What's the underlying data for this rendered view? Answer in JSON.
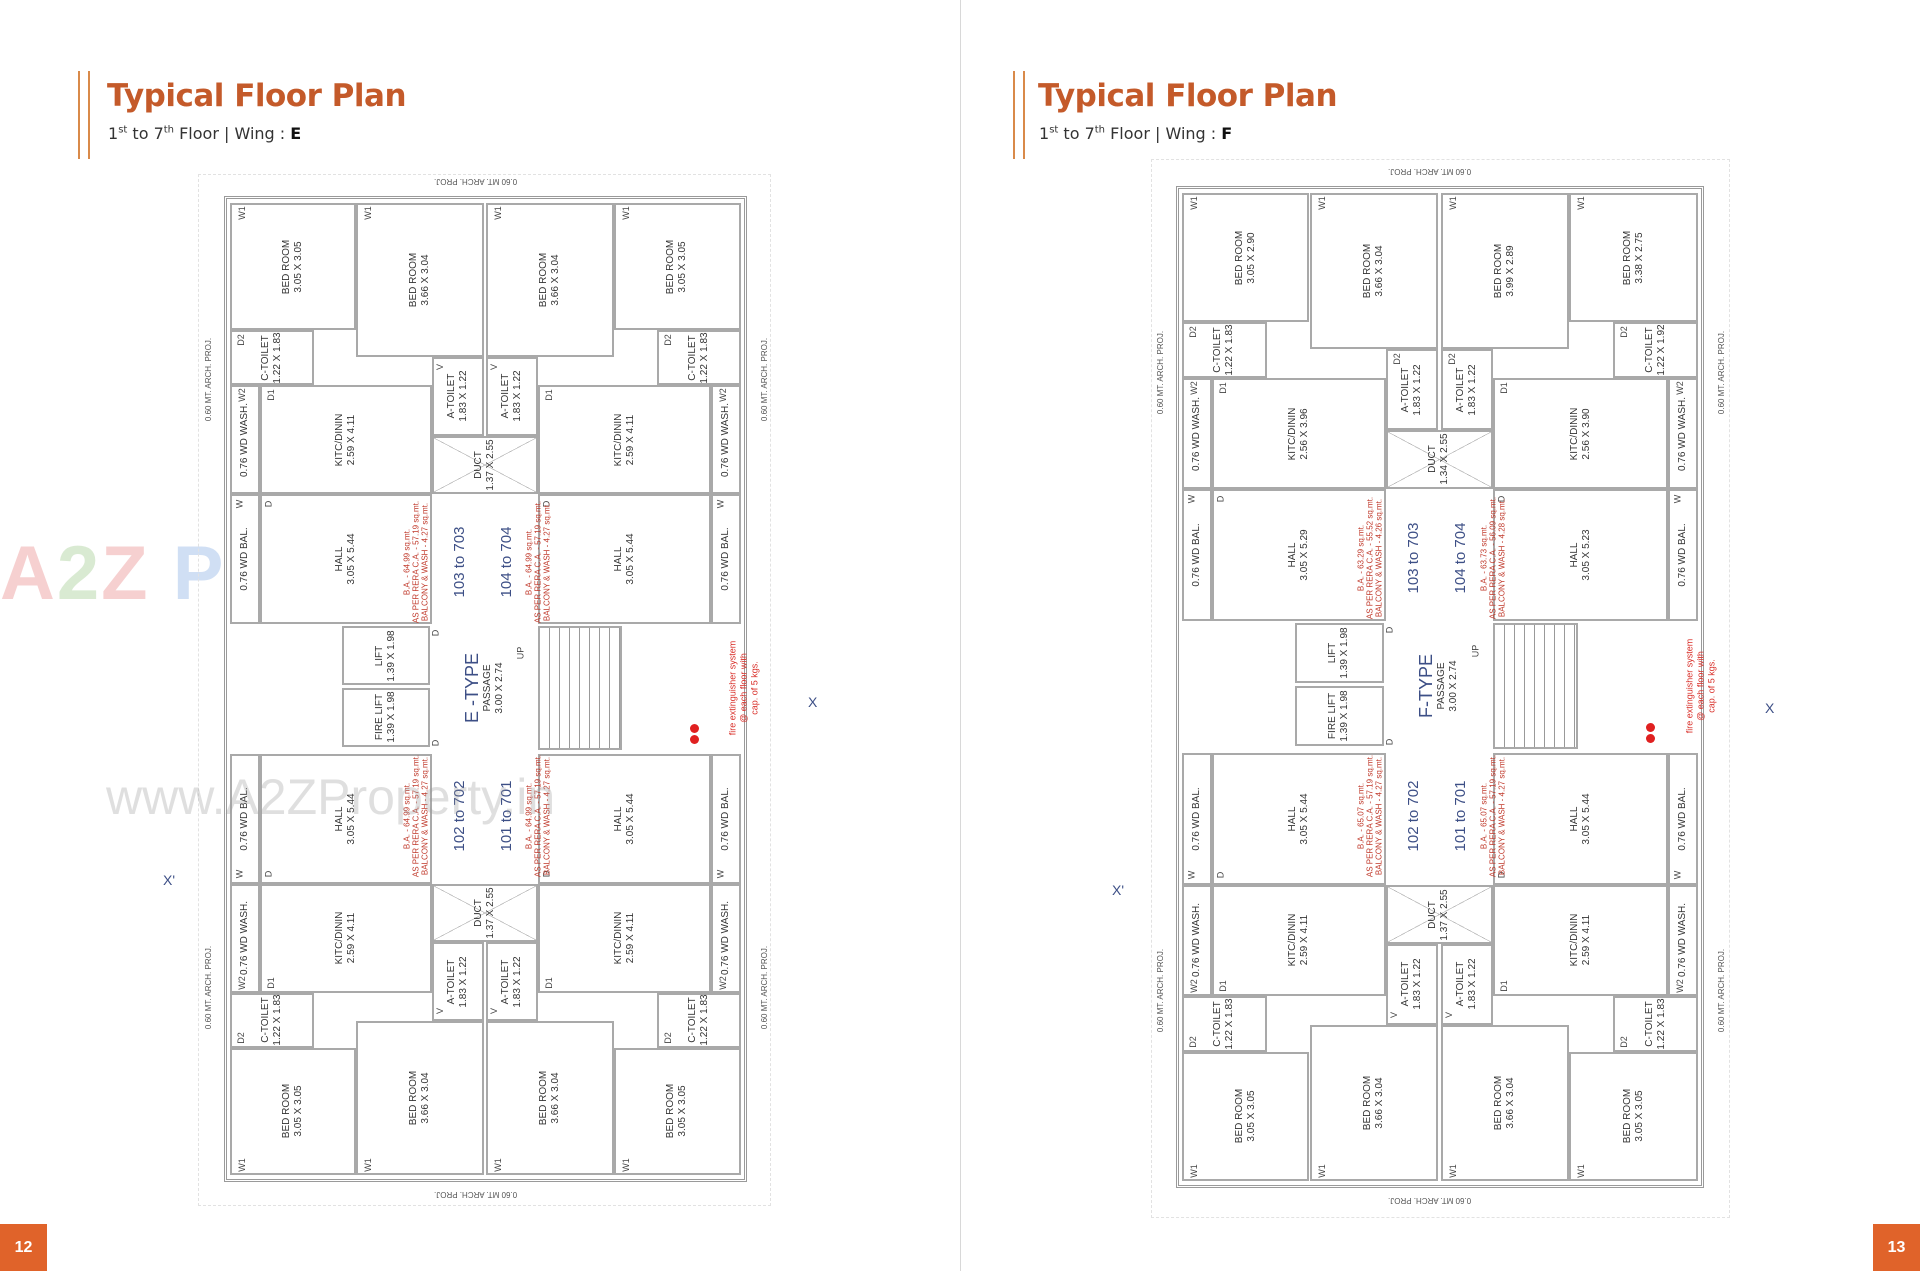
{
  "colors": {
    "accent": "#c45a2a",
    "page_badge": "#e0632a",
    "unit_text": "#3d4f86",
    "area_text": "#c0392b"
  },
  "watermark": {
    "logo": "A2Z Property",
    "url": "www.A2ZProperty.in"
  },
  "wings": [
    {
      "title": "Typical Floor Plan",
      "floor_from": "1",
      "floor_from_sup": "st",
      "to": " to ",
      "floor_to": "7",
      "floor_to_sup": "th",
      "floor_wing": " Floor | Wing : ",
      "wing": "E",
      "page_number": "12",
      "arch_proj": "0.60 MT. ARCH. PROJ.",
      "x_label": "X",
      "x_prime_label": "X'",
      "core": {
        "type": "E -TYPE",
        "passage": "PASSAGE",
        "passage_size": "3.00 X 2.74",
        "lift": "LIFT",
        "lift_size": "1.39 X 1.98",
        "fire_lift": "FIRE LIFT",
        "fire_lift_size": "1.39 X 1.98",
        "up": "UP",
        "door": "D",
        "fire_note": [
          "fire extinguisher system",
          "@ each floor with",
          "cap. of 5 kgs."
        ]
      },
      "top": {
        "rooms": {
          "bed1": {
            "label": "BED ROOM",
            "size": "3.05 X 3.05",
            "tag": "W1"
          },
          "bed2": {
            "label": "BED ROOM",
            "size": "3.66 X 3.04",
            "tag": "W1"
          },
          "bed3": {
            "label": "BED ROOM",
            "size": "3.66 X 3.04",
            "tag": "W1"
          },
          "bed4": {
            "label": "BED ROOM",
            "size": "3.05 X 3.05",
            "tag": "W1"
          },
          "ctoilet1": {
            "label": "C-TOILET",
            "size": "1.22 X 1.83",
            "tag": "D2"
          },
          "ctoilet2": {
            "label": "C-TOILET",
            "size": "1.22 X 1.83",
            "tag": "D2"
          },
          "atoilet1": {
            "label": "A-TOILET",
            "size": "1.83 X 1.22",
            "tag": "V"
          },
          "atoilet2": {
            "label": "A-TOILET",
            "size": "1.83 X 1.22",
            "tag": "V"
          },
          "duct": {
            "label": "DUCT",
            "size": "1.37 X 2.55"
          },
          "wash1": {
            "label": "0.76 WD WASH.",
            "tag": "W2"
          },
          "wash2": {
            "label": "0.76 WD WASH.",
            "tag": "W2"
          },
          "kit1": {
            "label": "KITC/DININ",
            "size": "2.59 X 4.11",
            "tag": "D1"
          },
          "kit2": {
            "label": "KITC/DININ",
            "size": "2.59 X 4.11",
            "tag": "D1"
          },
          "bal1": {
            "label": "0.76 WD BAL.",
            "tag": "W"
          },
          "bal2": {
            "label": "0.76 WD BAL.",
            "tag": "W"
          },
          "hall1": {
            "label": "HALL",
            "size": "3.05 X 5.44",
            "tag": "D"
          },
          "hall2": {
            "label": "HALL",
            "size": "3.05 X 5.44",
            "tag": "D"
          }
        },
        "units": [
          "103 to 703",
          "104 to 704"
        ],
        "areas": [
          [
            "B.A. - 64.99 sq.mt.",
            "AS PER RERA C.A. - 57.19 sq.mt.",
            "BALCONY & WASH - 4.27 sq.mt."
          ],
          [
            "B.A. - 64.99 sq.mt.",
            "AS PER RERA C.A. - 57.19 sq.mt.",
            "BALCONY & WASH - 4.27 sq.mt."
          ]
        ]
      },
      "bottom": {
        "rooms": {
          "bed1": {
            "label": "BED ROOM",
            "size": "3.05 X 3.05",
            "tag": "W1"
          },
          "bed2": {
            "label": "BED ROOM",
            "size": "3.66 X 3.04",
            "tag": "W1"
          },
          "bed3": {
            "label": "BED ROOM",
            "size": "3.66 X 3.04",
            "tag": "W1"
          },
          "bed4": {
            "label": "BED ROOM",
            "size": "3.05 X 3.05",
            "tag": "W1"
          },
          "ctoilet1": {
            "label": "C-TOILET",
            "size": "1.22 X 1.83",
            "tag": "D2"
          },
          "ctoilet2": {
            "label": "C-TOILET",
            "size": "1.22 X 1.83",
            "tag": "D2"
          },
          "atoilet1": {
            "label": "A-TOILET",
            "size": "1.83 X 1.22",
            "tag": "V"
          },
          "atoilet2": {
            "label": "A-TOILET",
            "size": "1.83 X 1.22",
            "tag": "V"
          },
          "duct": {
            "label": "DUCT",
            "size": "1.37 X 2.55"
          },
          "wash1": {
            "label": "0.76 WD WASH.",
            "tag": "W2"
          },
          "wash2": {
            "label": "0.76 WD WASH.",
            "tag": "W2"
          },
          "kit1": {
            "label": "KITC/DININ",
            "size": "2.59 X 4.11",
            "tag": "D1"
          },
          "kit2": {
            "label": "KITC/DININ",
            "size": "2.59 X 4.11",
            "tag": "D1"
          },
          "bal1": {
            "label": "0.76 WD BAL.",
            "tag": "W"
          },
          "bal2": {
            "label": "0.76 WD BAL.",
            "tag": "W"
          },
          "hall1": {
            "label": "HALL",
            "size": "3.05 X 5.44",
            "tag": "D"
          },
          "hall2": {
            "label": "HALL",
            "size": "3.05 X 5.44",
            "tag": "D"
          }
        },
        "units": [
          "102 to 702",
          "101 to 701"
        ],
        "areas": [
          [
            "B.A. - 64.99 sq.mt.",
            "AS PER RERA C.A. - 57.19 sq.mt.",
            "BALCONY & WASH - 4.27 sq.mt."
          ],
          [
            "B.A. - 64.99 sq.mt.",
            "AS PER RERA C.A. - 57.19 sq.mt.",
            "BALCONY & WASH - 4.27 sq.mt."
          ]
        ]
      }
    },
    {
      "title": "Typical Floor Plan",
      "floor_from": "1",
      "floor_from_sup": "st",
      "to": " to ",
      "floor_to": "7",
      "floor_to_sup": "th",
      "floor_wing": " Floor | Wing : ",
      "wing": "F",
      "page_number": "13",
      "arch_proj": "0.60 MT. ARCH. PROJ.",
      "x_label": "X",
      "x_prime_label": "X'",
      "core": {
        "type": "F-TYPE",
        "passage": "PASSAGE",
        "passage_size": "3.00 X 2.74",
        "lift": "LIFT",
        "lift_size": "1.39 X 1.98",
        "fire_lift": "FIRE LIFT",
        "fire_lift_size": "1.39 X 1.98",
        "up": "UP",
        "door": "D",
        "fire_note": [
          "fire extinguisher system",
          "@ each floor with",
          "cap. of 5 kgs."
        ]
      },
      "top": {
        "rooms": {
          "bed1": {
            "label": "BED ROOM",
            "size": "3.05 X 2.90",
            "tag": "W1"
          },
          "bed2": {
            "label": "BED ROOM",
            "size": "3.66 X 3.04",
            "tag": "W1"
          },
          "bed3": {
            "label": "BED ROOM",
            "size": "3.99 X 2.89",
            "tag": "W1"
          },
          "bed4": {
            "label": "BED ROOM",
            "size": "3.38 X 2.75",
            "tag": "W1"
          },
          "ctoilet1": {
            "label": "C-TOILET",
            "size": "1.22 X 1.83",
            "tag": "D2"
          },
          "ctoilet2": {
            "label": "C-TOILET",
            "size": "1.22 X 1.92",
            "tag": "D2"
          },
          "atoilet1": {
            "label": "A-TOILET",
            "size": "1.83 X 1.22",
            "tag": "D2"
          },
          "atoilet2": {
            "label": "A-TOILET",
            "size": "1.83 X 1.22",
            "tag": "D2"
          },
          "duct": {
            "label": "DUCT",
            "size": "1.34 X 2.55"
          },
          "wash1": {
            "label": "0.76 WD WASH.",
            "tag": "W2"
          },
          "wash2": {
            "label": "0.76 WD WASH.",
            "tag": "W2"
          },
          "kit1": {
            "label": "KITC/DININ",
            "size": "2.56 X 3.96",
            "tag": "D1"
          },
          "kit2": {
            "label": "KITC/DININ",
            "size": "2.56 X 3.90",
            "tag": "D1"
          },
          "bal1": {
            "label": "0.76 WD BAL.",
            "tag": "W"
          },
          "bal2": {
            "label": "0.76 WD BAL.",
            "tag": "W"
          },
          "hall1": {
            "label": "HALL",
            "size": "3.05 X 5.29",
            "tag": "D"
          },
          "hall2": {
            "label": "HALL",
            "size": "3.05 X 5.23",
            "tag": "D"
          }
        },
        "units": [
          "103 to 703",
          "104 to 704"
        ],
        "areas": [
          [
            "B.A. - 63.29 sq.mt.",
            "AS PER RERA C.A. - 55.52 sq.mt.",
            "BALCONY & WASH - 4.26 sq.mt."
          ],
          [
            "B.A. - 63.73 sq.mt.",
            "AS PER RERA C.A. - 56.09 sq.mt.",
            "BALCONY & WASH - 4.28 sq.mt."
          ]
        ]
      },
      "bottom": {
        "rooms": {
          "bed1": {
            "label": "BED ROOM",
            "size": "3.05 X 3.05",
            "tag": "W1"
          },
          "bed2": {
            "label": "BED ROOM",
            "size": "3.66 X 3.04",
            "tag": "W1"
          },
          "bed3": {
            "label": "BED ROOM",
            "size": "3.66 X 3.04",
            "tag": "W1"
          },
          "bed4": {
            "label": "BED ROOM",
            "size": "3.05 X 3.05",
            "tag": "W1"
          },
          "ctoilet1": {
            "label": "C-TOILET",
            "size": "1.22 X 1.83",
            "tag": "D2"
          },
          "ctoilet2": {
            "label": "C-TOILET",
            "size": "1.22 X 1.83",
            "tag": "D2"
          },
          "atoilet1": {
            "label": "A-TOILET",
            "size": "1.83 X 1.22",
            "tag": "V"
          },
          "atoilet2": {
            "label": "A-TOILET",
            "size": "1.83 X 1.22",
            "tag": "V"
          },
          "duct": {
            "label": "DUCT",
            "size": "1.37 X 2.55"
          },
          "wash1": {
            "label": "0.76 WD WASH.",
            "tag": "W2"
          },
          "wash2": {
            "label": "0.76 WD WASH.",
            "tag": "W2"
          },
          "kit1": {
            "label": "KITC/DININ",
            "size": "2.59 X 4.11",
            "tag": "D1"
          },
          "kit2": {
            "label": "KITC/DININ",
            "size": "2.59 X 4.11",
            "tag": "D1"
          },
          "bal1": {
            "label": "0.76 WD BAL.",
            "tag": "W"
          },
          "bal2": {
            "label": "0.76 WD BAL.",
            "tag": "W"
          },
          "hall1": {
            "label": "HALL",
            "size": "3.05 X 5.44",
            "tag": "D"
          },
          "hall2": {
            "label": "HALL",
            "size": "3.05 X 5.44",
            "tag": "D"
          }
        },
        "units": [
          "102 to 702",
          "101 to 701"
        ],
        "areas": [
          [
            "B.A. - 65.07 sq.mt.",
            "AS PER RERA C.A. - 57.19 sq.mt.",
            "BALCONY & WASH - 4.27 sq.mt."
          ],
          [
            "B.A. - 65.07 sq.mt.",
            "AS PER RERA C.A. - 57.19 sq.mt.",
            "BALCONY & WASH - 4.27 sq.mt."
          ]
        ]
      }
    }
  ]
}
